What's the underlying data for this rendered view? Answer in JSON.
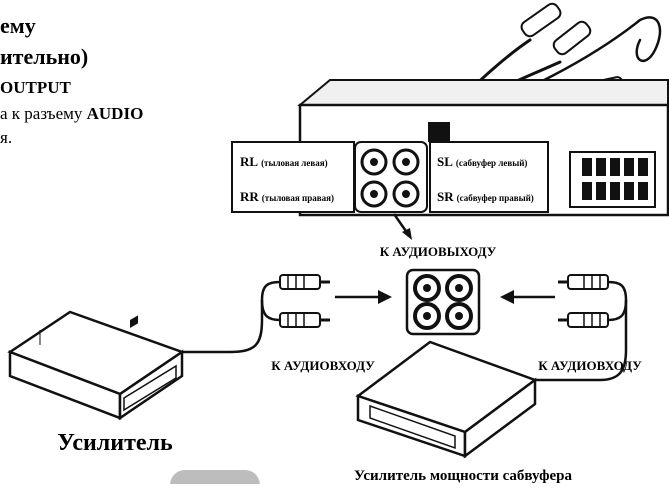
{
  "text_block": {
    "line1": "ему",
    "line2": "ительно)",
    "line3_prefix": "O",
    "line3": "UTPUT",
    "line4_prefix": "а к разъему ",
    "line4_bold": "AUDIO",
    "line5": "я."
  },
  "head_unit": {
    "rl_code": "RL",
    "rl_text": "(тыловая левая)",
    "rr_code": "RR",
    "rr_text": "(тыловая правая)",
    "sl_code": "SL",
    "sl_text": "(сабвуфер левый)",
    "sr_code": "SR",
    "sr_text": "(сабвуфер правый)"
  },
  "labels": {
    "audio_out": "К АУДИОВЫХОДУ",
    "audio_in_left": "К АУДИОВХОДУ",
    "audio_in_right": "К АУДИОВХОДУ",
    "amplifier": "Усилитель",
    "sub_amplifier": "Усилитель мощности сабвуфера"
  },
  "colors": {
    "ink": "#111111",
    "socket_gray": "#8c8c8c",
    "panel_gray": "#d9d9d9",
    "footer_pill": "#bdbdbd"
  }
}
